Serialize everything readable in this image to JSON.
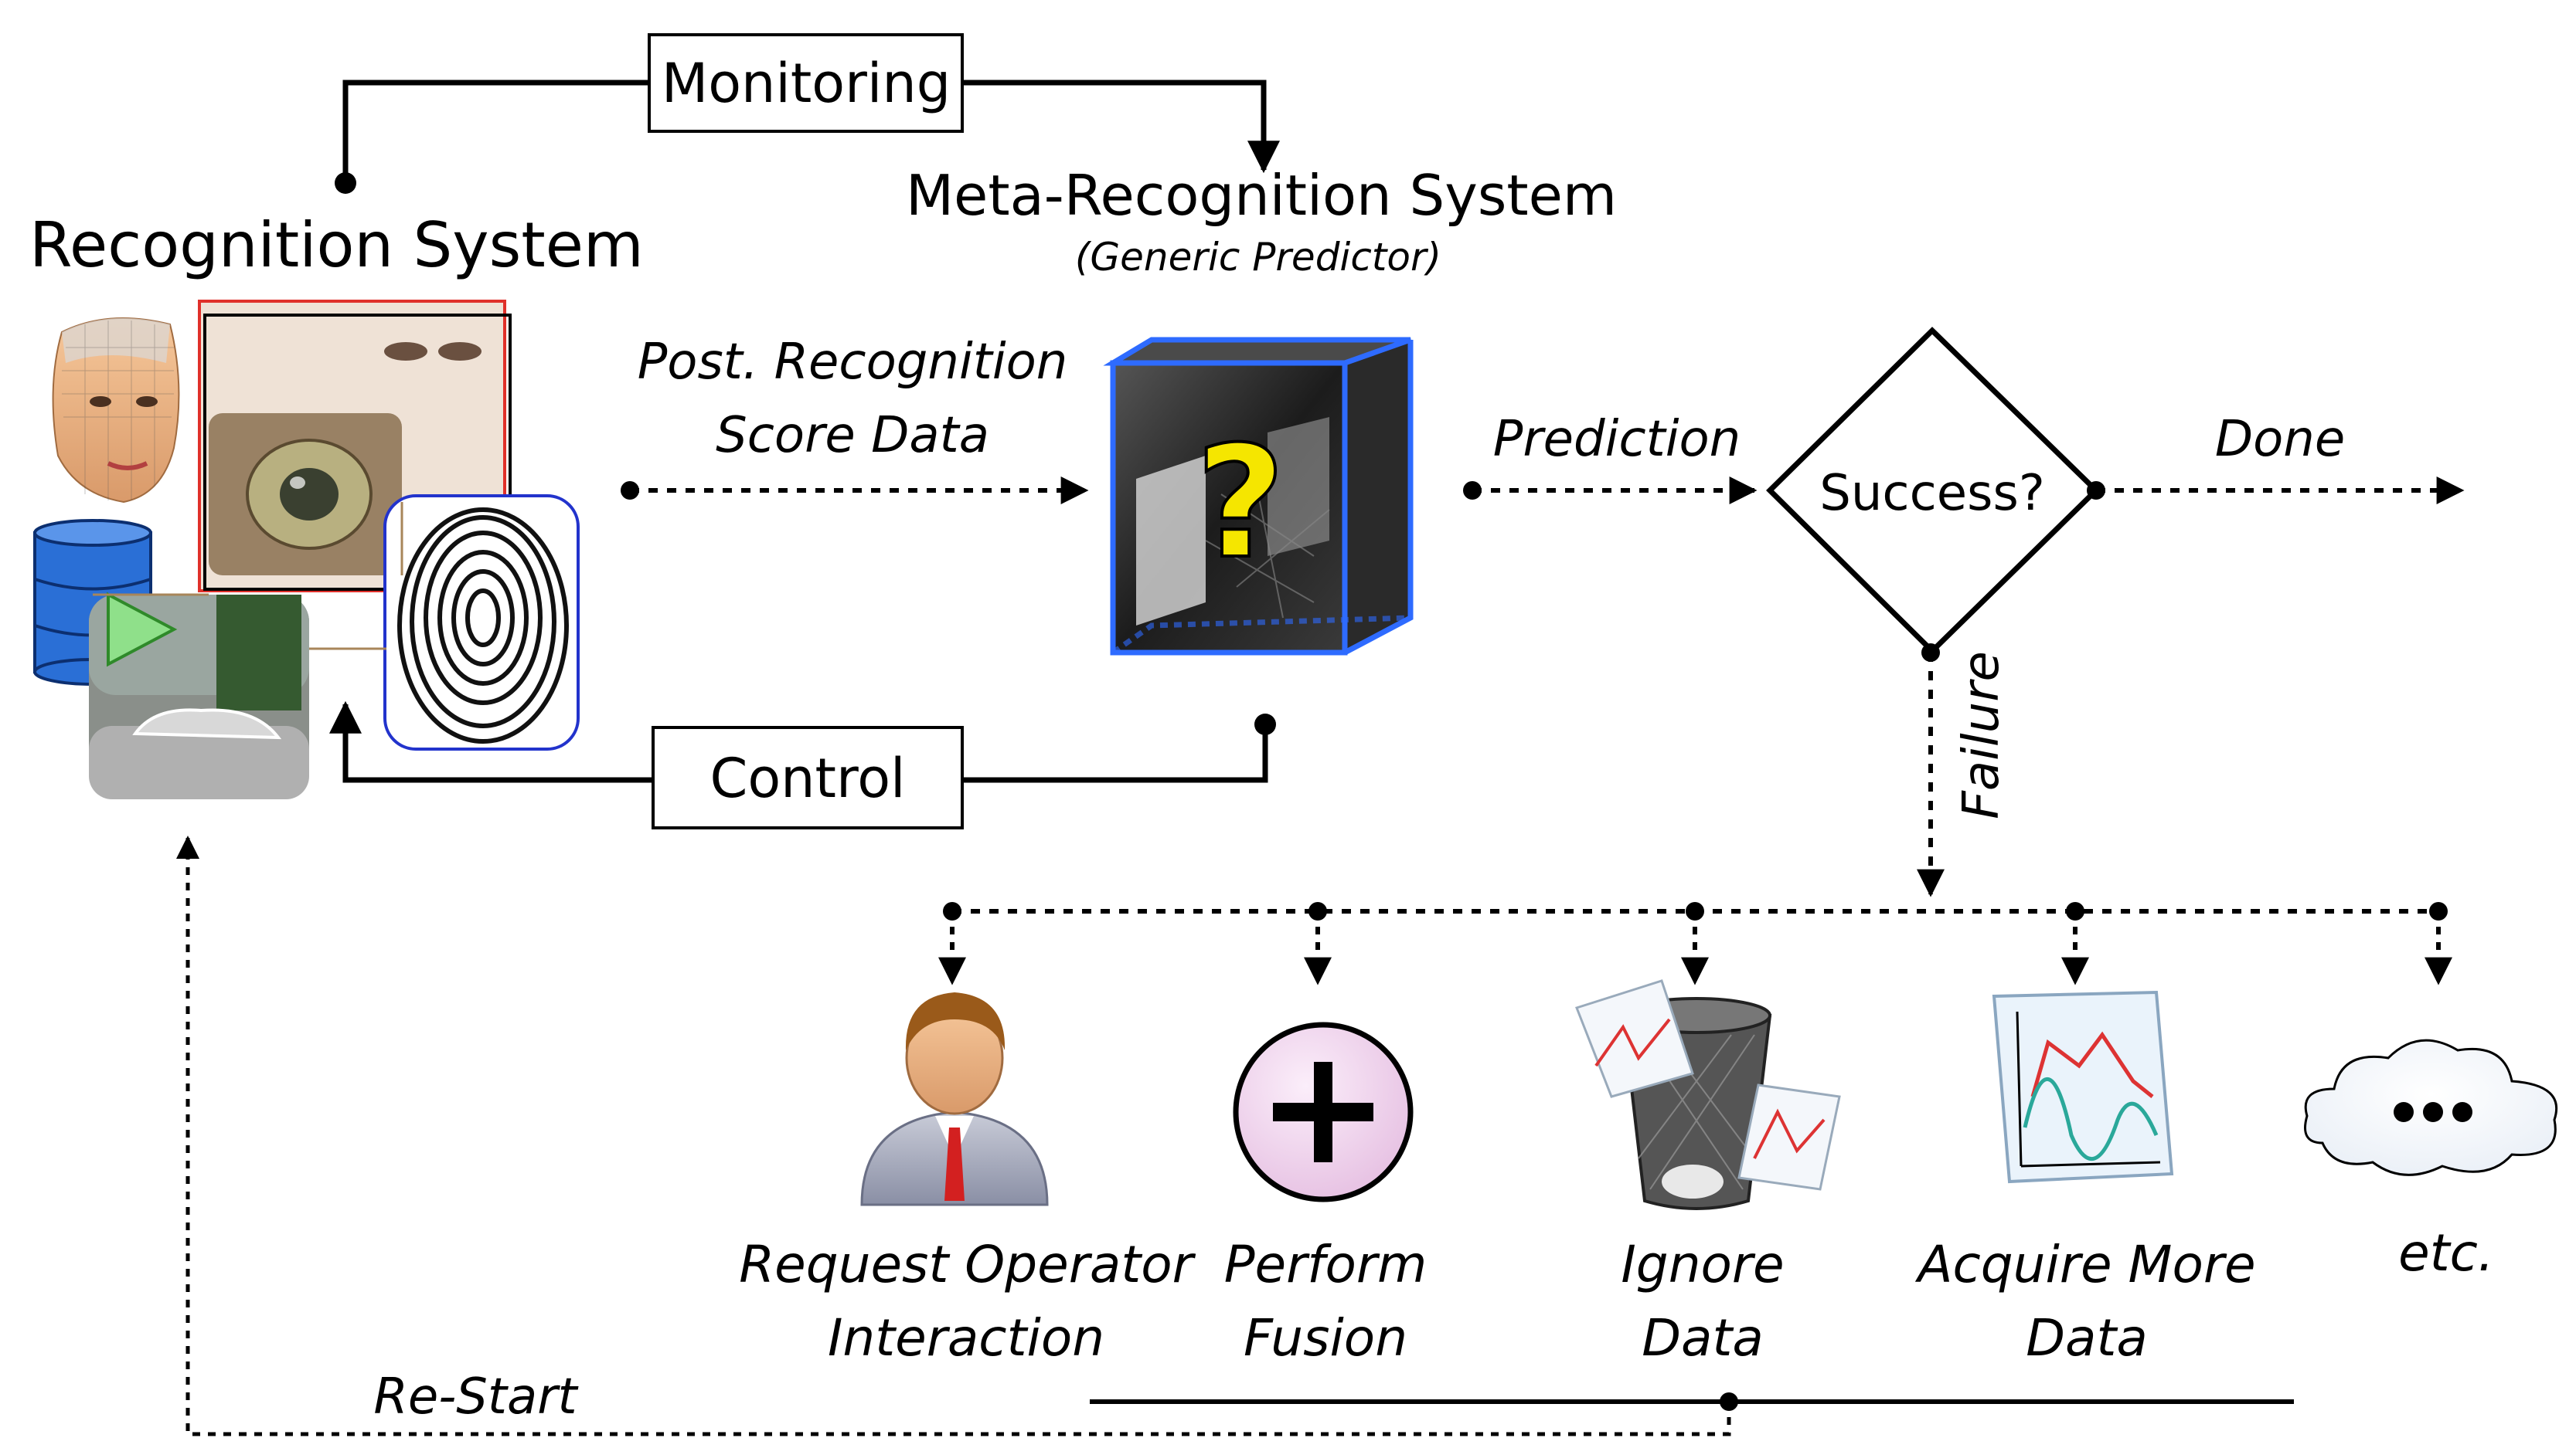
{
  "labels": {
    "recognition_system": "Recognition System",
    "monitoring": "Monitoring",
    "meta_title": "Meta-Recognition System",
    "meta_subtitle": "(Generic Predictor)",
    "post_recognition_line1": "Post. Recognition",
    "post_recognition_line2": "Score Data",
    "prediction": "Prediction",
    "success": "Success?",
    "done": "Done",
    "failure": "Failure",
    "control": "Control",
    "restart": "Re-Start",
    "question_mark": "?"
  },
  "actions": [
    {
      "line1": "Request Operator",
      "line2": "Interaction",
      "icon": "operator-icon"
    },
    {
      "line1": "Perform",
      "line2": "Fusion",
      "icon": "fusion-plus-icon"
    },
    {
      "line1": "Ignore",
      "line2": "Data",
      "icon": "trash-can-icon"
    },
    {
      "line1": "Acquire More",
      "line2": "Data",
      "icon": "data-plot-icon"
    },
    {
      "line1": "etc.",
      "line2": "",
      "icon": "cloud-ellipsis-icon"
    }
  ],
  "colors": {
    "line": "#000000",
    "cube_edge": "#2e6bff",
    "question_mark": "#f5e600",
    "fusion_fill": "#f3d8f0",
    "red_frame": "#e0302a",
    "blue_frame": "#2233cc",
    "database_blue": "#2a6fd6",
    "play_green": "#8fe08a"
  }
}
